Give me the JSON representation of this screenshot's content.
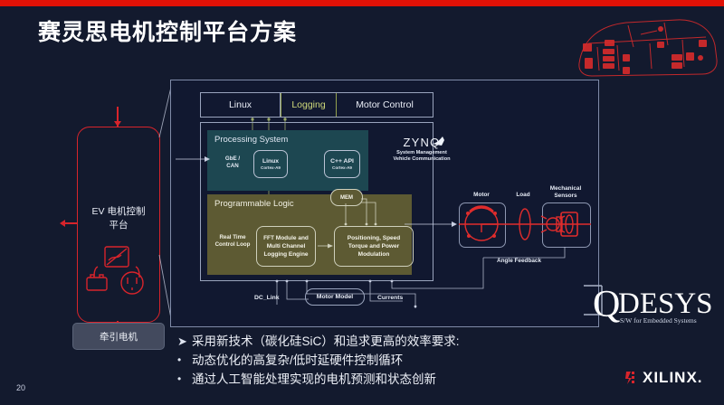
{
  "slide": {
    "title": "赛灵思电机控制平台方案",
    "page_number": "20",
    "accent_color": "#e11106",
    "background_color": "#131a2e"
  },
  "left_block": {
    "ev_platform_label_line1": "EV 电机控制",
    "ev_platform_label_line2": "平台",
    "traction_motor_label": "牵引电机"
  },
  "diagram": {
    "tabs": [
      {
        "label": "Linux",
        "highlighted": false
      },
      {
        "label": "Logging",
        "highlighted": true
      },
      {
        "label": "Motor Control",
        "highlighted": false
      }
    ],
    "processing_system": {
      "title": "Processing System",
      "io_label_line1": "GbE /",
      "io_label_line2": "CAN",
      "blocks": [
        {
          "name": "Linux",
          "core": "Cortex-A9"
        },
        {
          "name": "C++ API",
          "core": "Cortex-A9"
        }
      ],
      "fill_color": "#1d4751"
    },
    "zynq": {
      "brand": "ZYNQ",
      "subtitle_line1": "System Management",
      "subtitle_line2": "Vehicle Communication"
    },
    "programmable_logic": {
      "title": "Programmable Logic",
      "side_label_line1": "Real Time",
      "side_label_line2": "Control Loop",
      "mem_label": "MEM",
      "blocks": [
        {
          "label": "FFT Module and Multi Channel Logging Engine"
        },
        {
          "label": "Positioning, Speed Torque and Power Modulation"
        }
      ],
      "fill_color": "#5d5a33"
    },
    "motor_chain": {
      "motor_label": "Motor",
      "load_label": "Load",
      "sensors_label_line1": "Mechanical",
      "sensors_label_line2": "Sensors",
      "angle_feedback_label": "Angle Feedback"
    },
    "signals": {
      "dc_link_label": "DC_Link",
      "motor_model_label": "Motor Model",
      "currents_label": "Currents"
    }
  },
  "bullets": [
    {
      "marker": "➤",
      "text": "采用新技术（碳化硅SiC）和追求更高的效率要求:"
    },
    {
      "marker": "•",
      "text": "动态优化的高复杂/低时延硬件控制循环"
    },
    {
      "marker": "•",
      "text": "通过人工智能处理实现的电机预测和状态创新"
    }
  ],
  "logos": {
    "qdesys_q": "Q",
    "qdesys_rest": "DESYS",
    "qdesys_tagline": "S/W for Embedded Systems",
    "xilinx_text": "XILINX."
  }
}
